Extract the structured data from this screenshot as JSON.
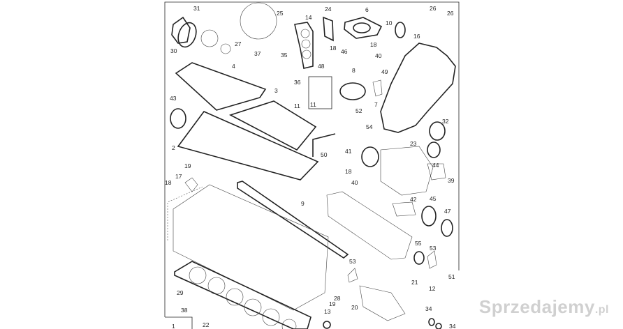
{
  "diagram": {
    "title": "Engine gasket kit exploded view",
    "labels": [
      "31",
      "30",
      "25",
      "14",
      "24",
      "6",
      "10",
      "26",
      "26",
      "27",
      "37",
      "35",
      "16",
      "18",
      "18",
      "40",
      "46",
      "49",
      "48",
      "8",
      "4",
      "36",
      "3",
      "43",
      "11",
      "11",
      "52",
      "7",
      "54",
      "32",
      "2",
      "50",
      "23",
      "41",
      "44",
      "19",
      "17",
      "18",
      "18",
      "40",
      "39",
      "9",
      "42",
      "45",
      "47",
      "55",
      "53",
      "53",
      "51",
      "21",
      "12",
      "29",
      "28",
      "19",
      "13",
      "20",
      "34",
      "34",
      "38",
      "22",
      "1"
    ]
  },
  "watermark": {
    "text": "Sprzedajemy",
    "suffix": ".pl"
  }
}
